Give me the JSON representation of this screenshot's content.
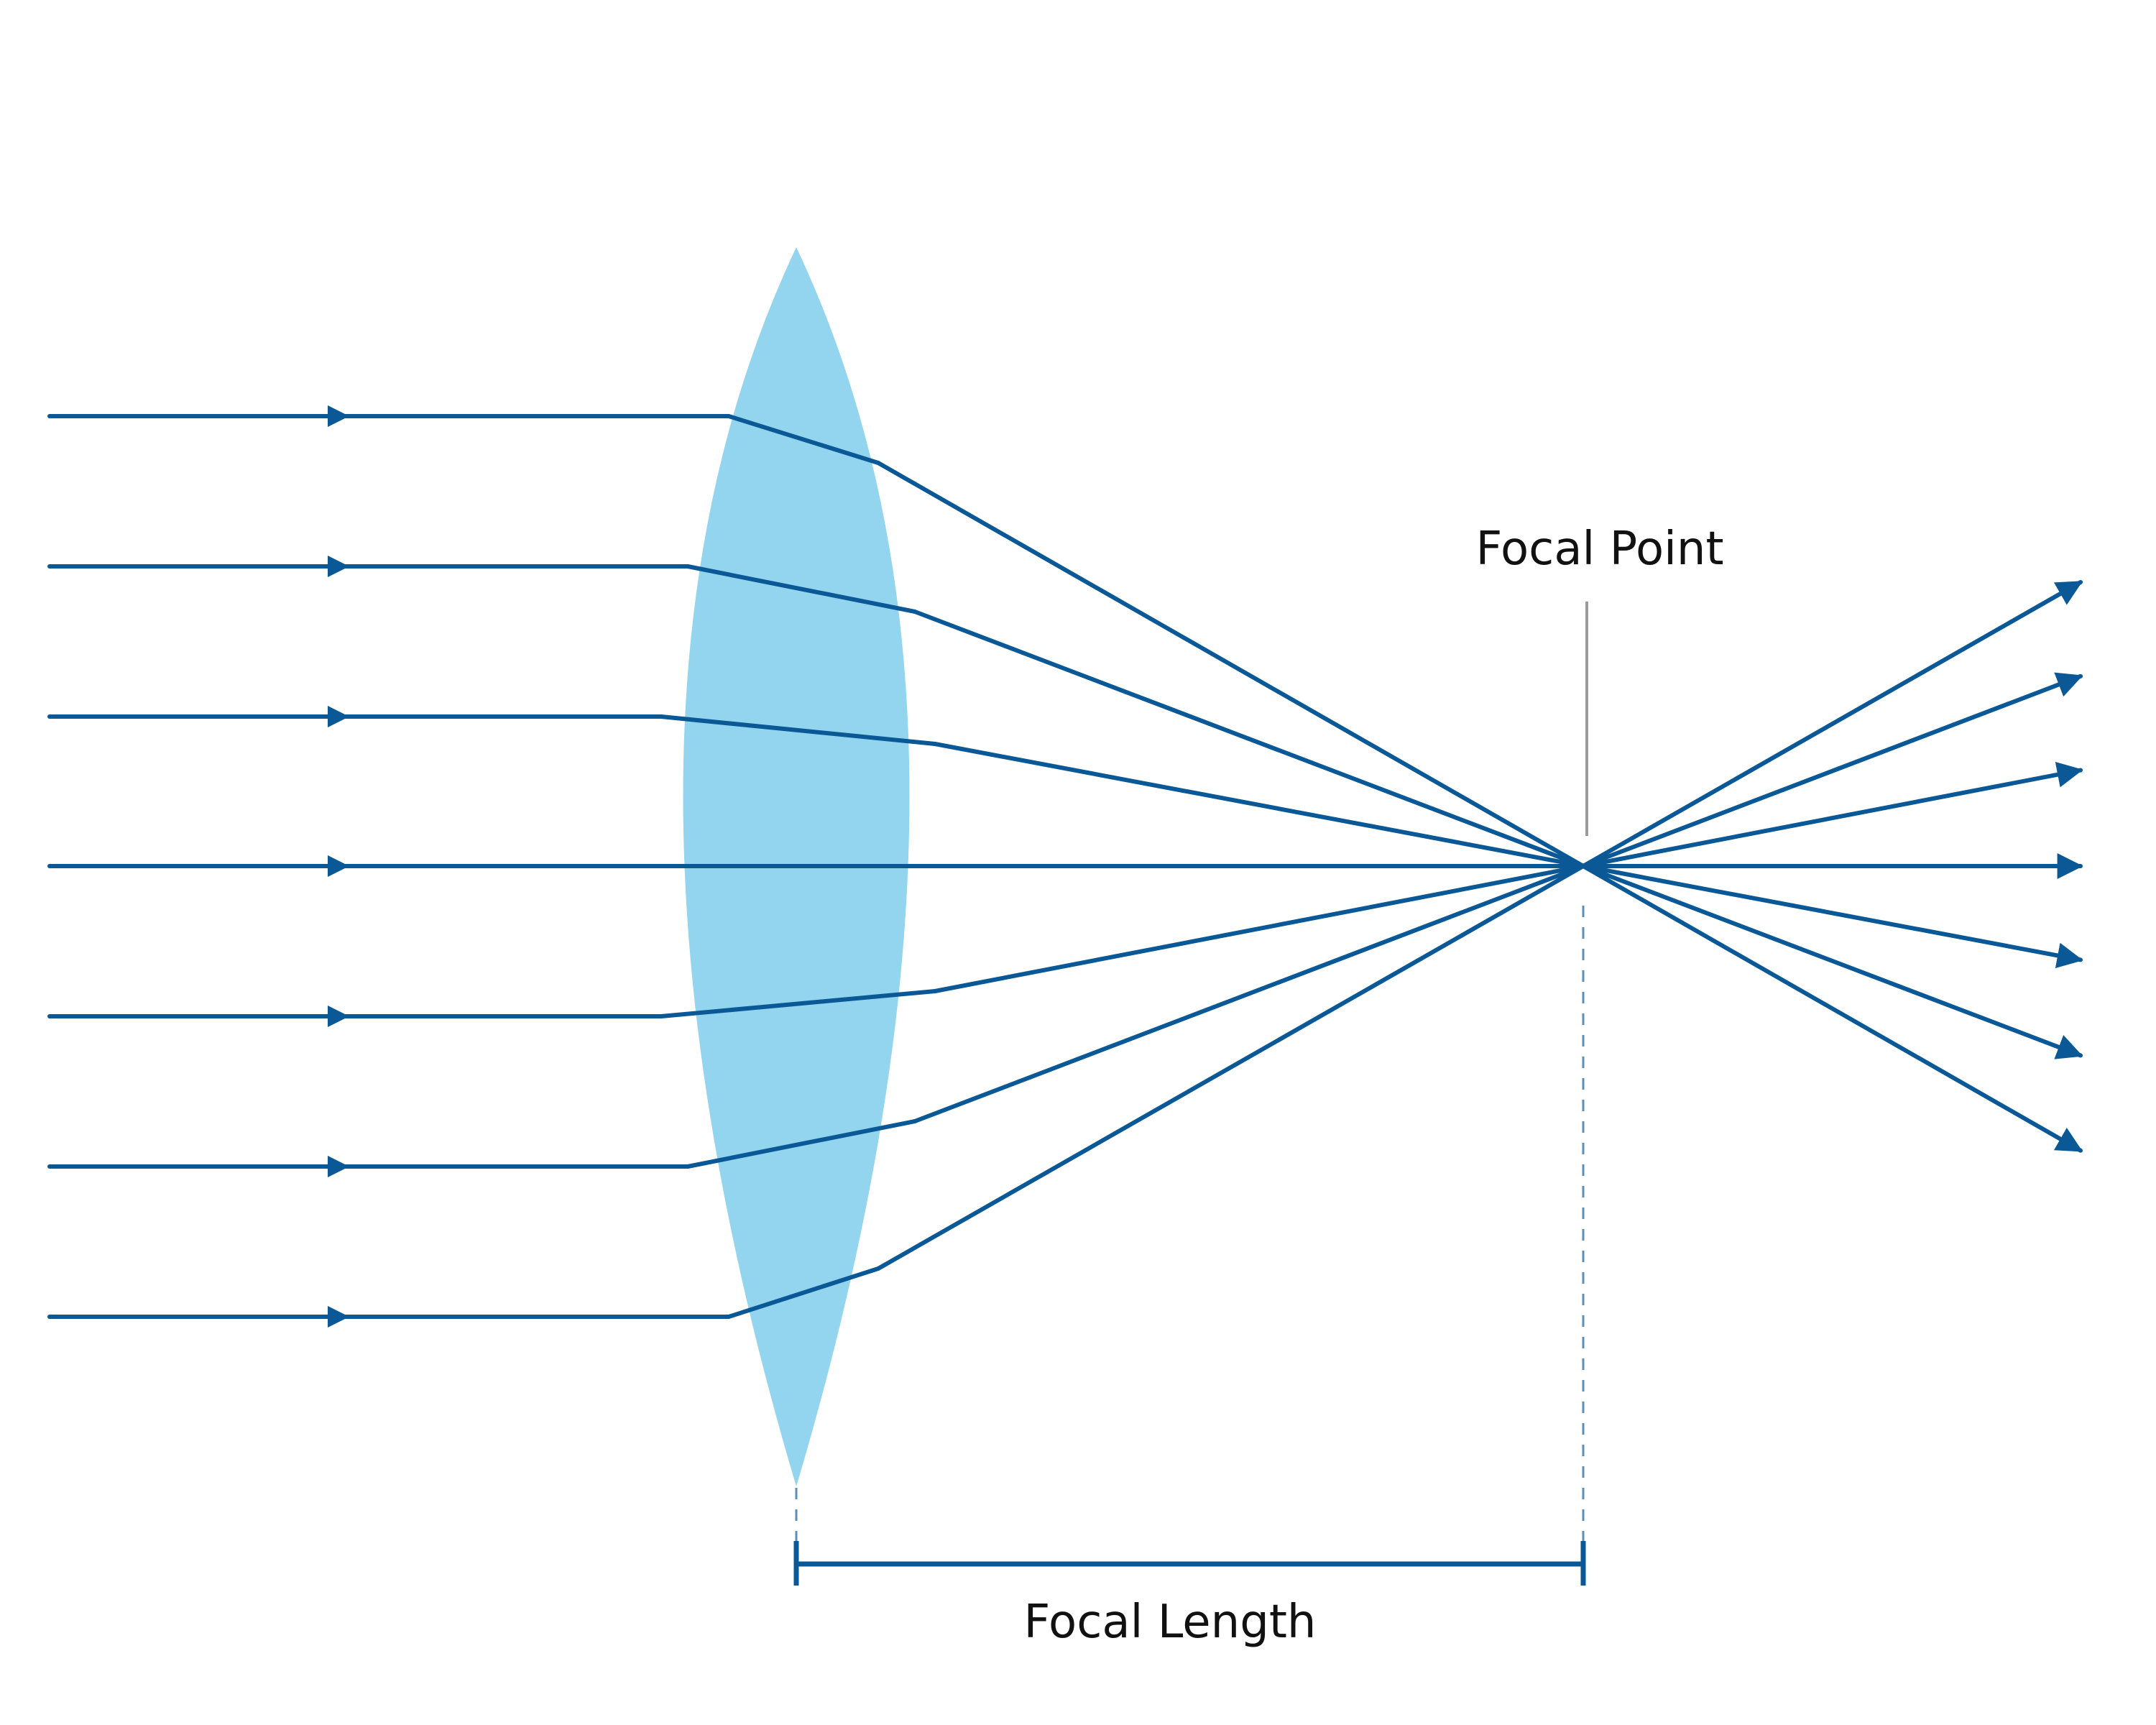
{
  "labels": {
    "focal_point": "Focal Point",
    "focal_length": "Focal Length"
  },
  "colors": {
    "ray": "#0a5896",
    "lens": "#93d4ee",
    "marker": "#9a9a9a",
    "text": "#111111",
    "background": "#ffffff"
  },
  "diagram": {
    "type": "converging-lens-ray-diagram",
    "incoming_ray_count": 7,
    "icons": [
      "lens-icon",
      "arrowhead-icon"
    ]
  }
}
